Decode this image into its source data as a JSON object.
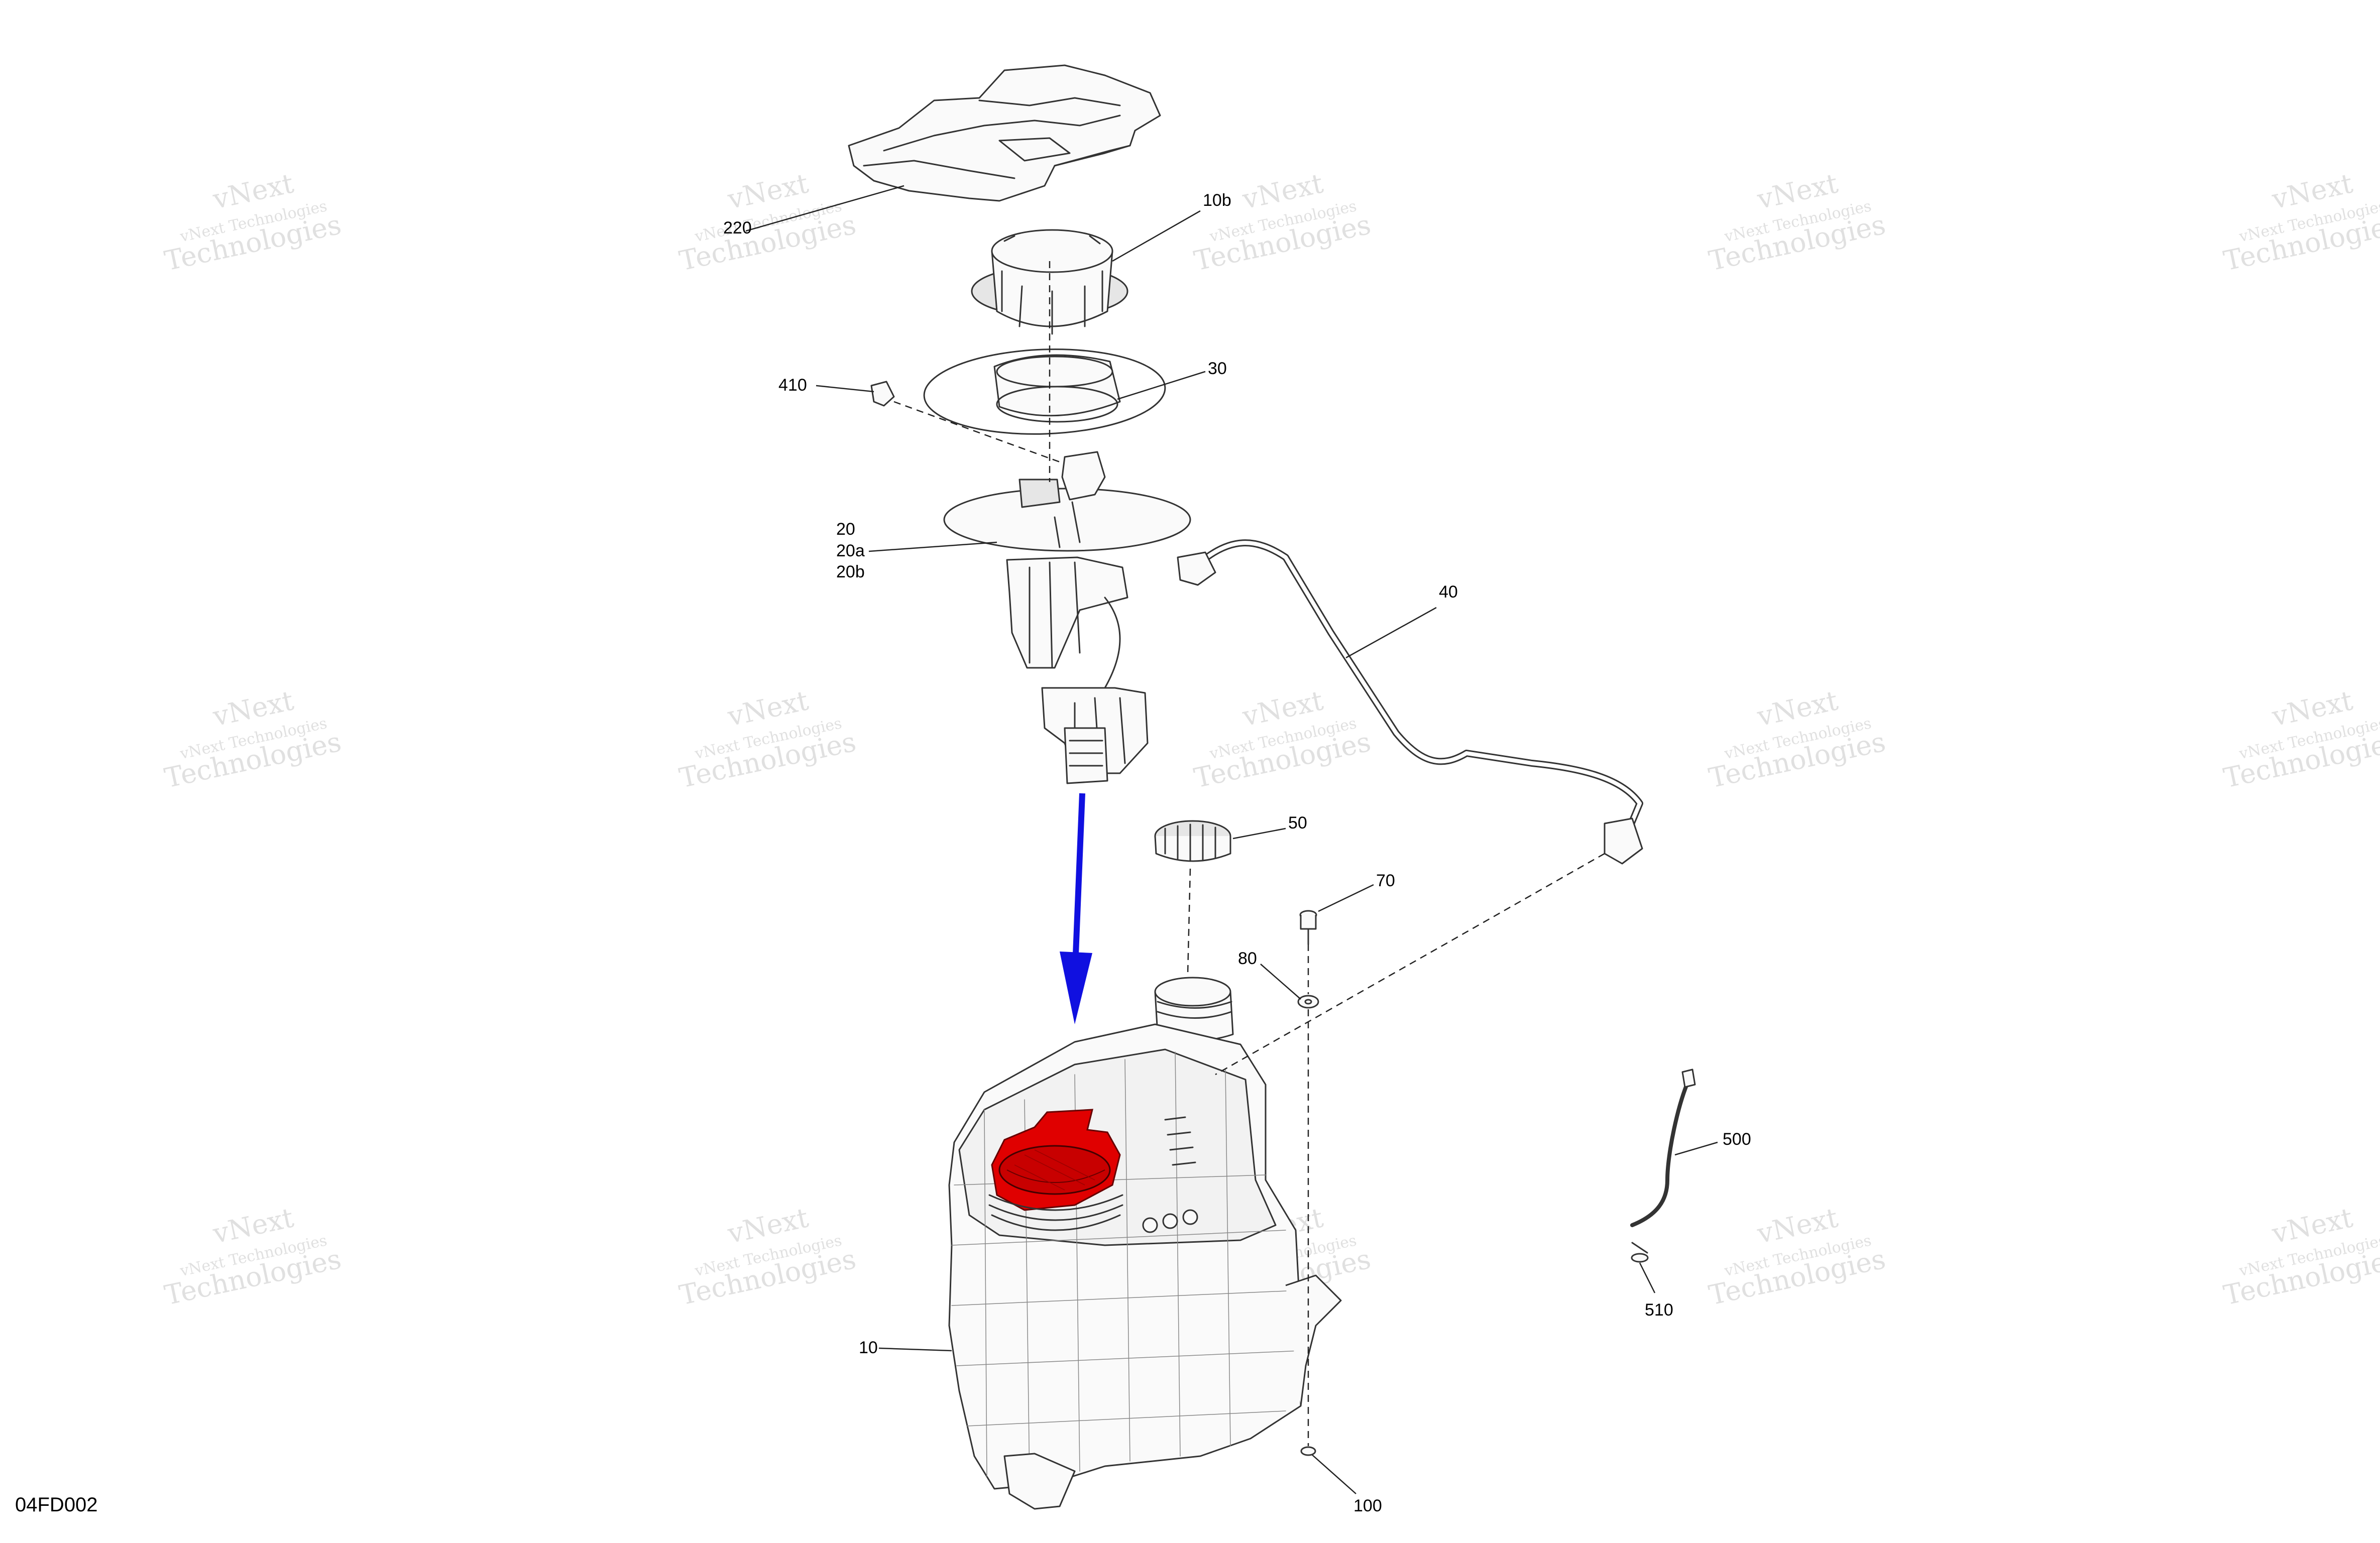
{
  "diagram": {
    "figure_id": "04FD002",
    "watermark": {
      "line1": "vNext",
      "line2": "vNext Technologies",
      "line3": "Technologies"
    },
    "callouts": [
      {
        "id": "c220",
        "label": "220"
      },
      {
        "id": "c10b",
        "label": "10b"
      },
      {
        "id": "c410",
        "label": "410"
      },
      {
        "id": "c30",
        "label": "30"
      },
      {
        "id": "c20",
        "label": "20"
      },
      {
        "id": "c20a",
        "label": "20a"
      },
      {
        "id": "c20b",
        "label": "20b"
      },
      {
        "id": "c40",
        "label": "40"
      },
      {
        "id": "c50",
        "label": "50"
      },
      {
        "id": "c70",
        "label": "70"
      },
      {
        "id": "c80",
        "label": "80"
      },
      {
        "id": "c500",
        "label": "500"
      },
      {
        "id": "c510",
        "label": "510"
      },
      {
        "id": "c10",
        "label": "10"
      },
      {
        "id": "c100",
        "label": "100"
      }
    ],
    "colors": {
      "highlight": "#e00000",
      "arrow": "#1010e0",
      "line": "#333333"
    }
  }
}
